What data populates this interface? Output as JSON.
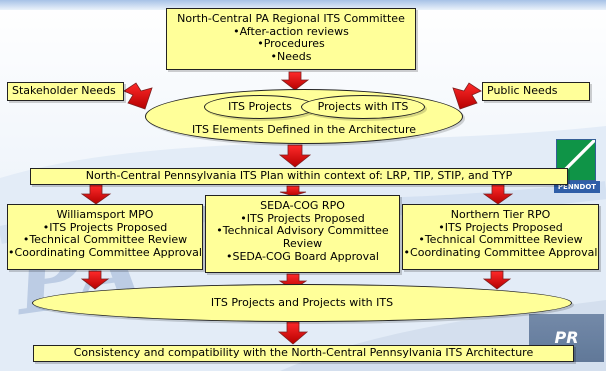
{
  "diagram": {
    "top": {
      "title": "North-Central PA Regional ITS Committee",
      "items": [
        "•After-action reviews",
        "•Procedures",
        "•Needs"
      ]
    },
    "left_input": "Stakeholder Needs",
    "right_input": "Public Needs",
    "inner_left": "ITS Projects",
    "inner_right": "Projects with ITS",
    "elements_label": "ITS Elements Defined in the Architecture",
    "plan_label": "North-Central Pennsylvania ITS Plan within context of: LRP, TIP, STIP, and TYP",
    "mpo": {
      "title": "Williamsport MPO",
      "items": [
        "•ITS Projects Proposed",
        "•Technical Committee Review",
        "•Coordinating Committee Approval"
      ]
    },
    "seda": {
      "title": "SEDA-COG RPO",
      "items": [
        "•ITS Projects Proposed",
        "•Technical Advisory Committee",
        "Review",
        "•SEDA-COG Board Approval"
      ]
    },
    "northern": {
      "title": "Northern Tier RPO",
      "items": [
        "•ITS Projects Proposed",
        "•Technical Committee Review",
        "•Coordinating Committee Approval"
      ]
    },
    "projects_label": "ITS Projects and Projects with ITS",
    "bottom_label": "Consistency and compatibility with the North-Central Pennsylvania ITS Architecture"
  },
  "branding": {
    "logo_text": "PENNDOT",
    "badge_text": "PR",
    "watermark_text": "PA"
  },
  "colors": {
    "box_fill": "#ffff99",
    "arrow_red": "#d60000",
    "arrow_outline": "#8d2b2b",
    "background_blue": "#dbe8f7"
  }
}
